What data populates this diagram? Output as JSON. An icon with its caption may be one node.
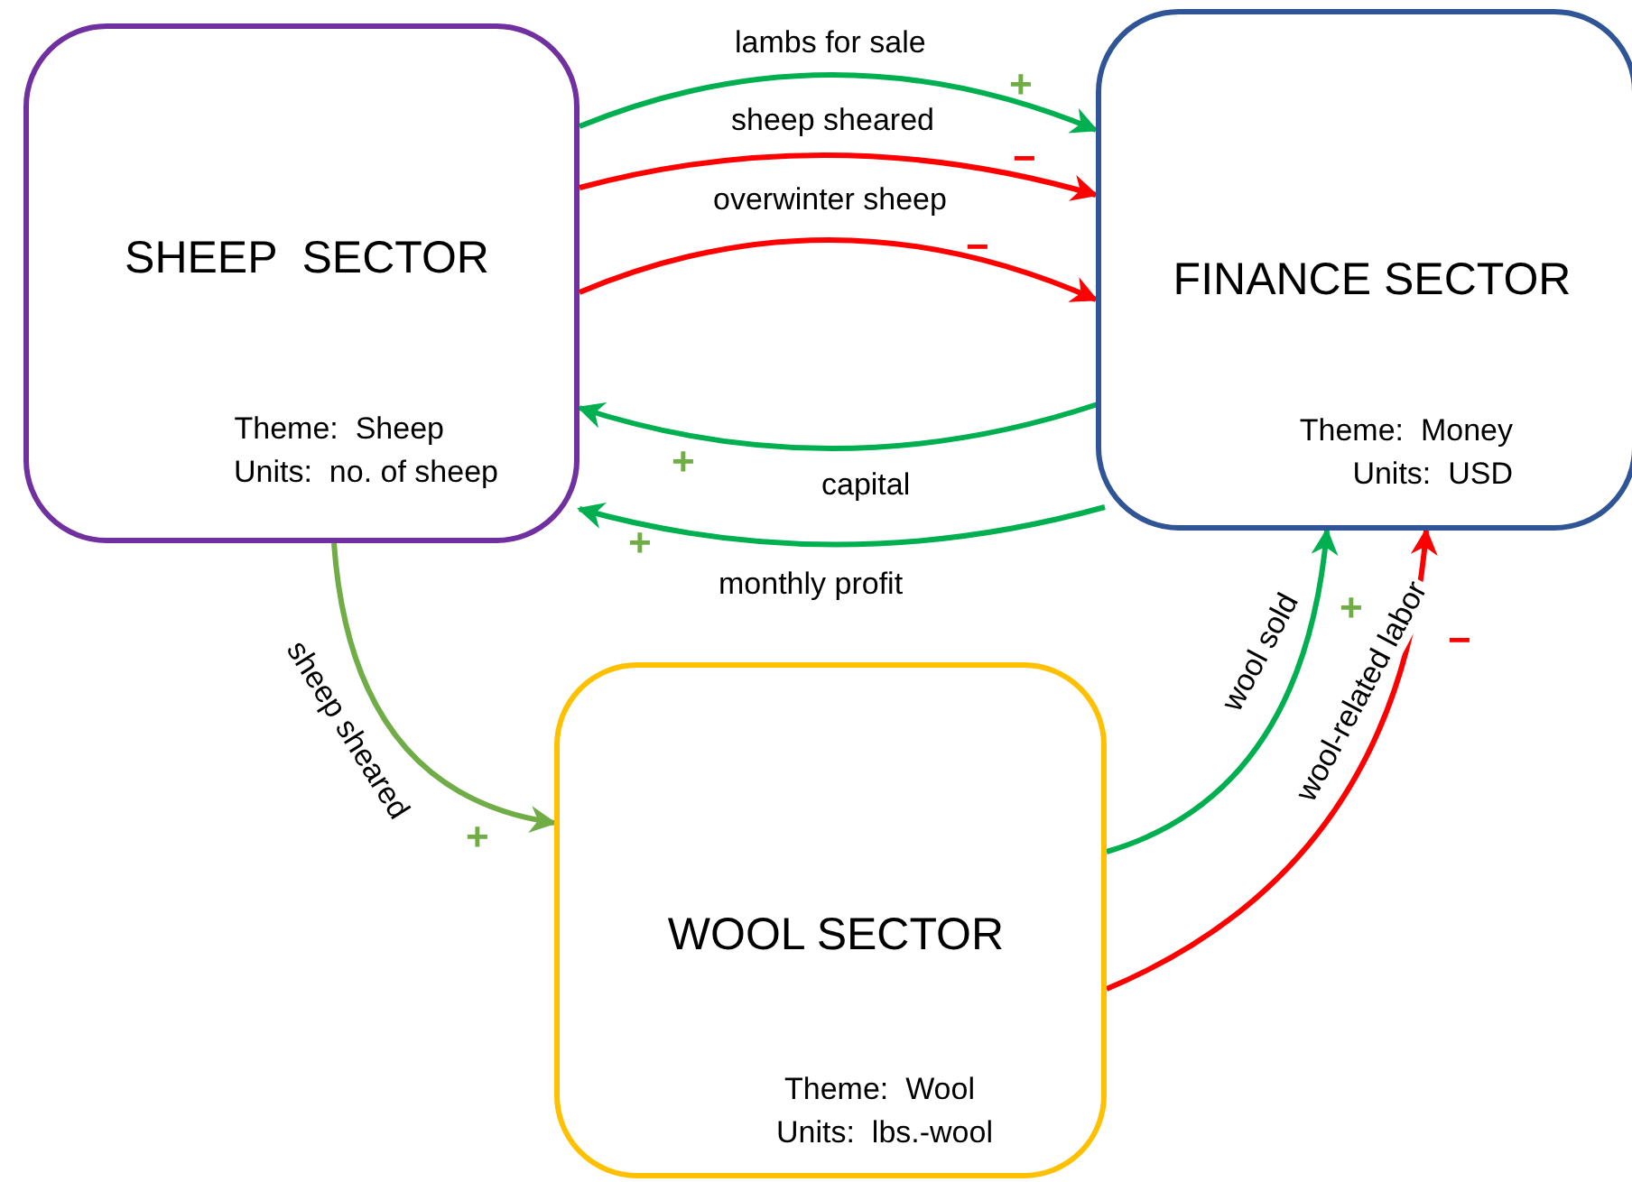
{
  "diagram": {
    "nodes": [
      {
        "text": [
          "SHEEP  SECTOR",
          "Theme:  Sheep",
          "Units:  no. of sheep"
        ]
      },
      {
        "text": [
          "FINANCE SECTOR",
          "Theme:  Money",
          "Units:  USD"
        ]
      },
      {
        "text": [
          "WOOL SECTOR",
          "Theme:  Wool",
          "Units:  lbs.-wool"
        ]
      }
    ],
    "edges": [
      {
        "from": 0,
        "to": 1,
        "arrow": "to",
        "label": "lambs for sale"
      },
      {
        "from": 0,
        "to": 1,
        "arrow": "to",
        "label": "sheep sheared",
        "color": "#ff0000"
      },
      {
        "from": 0,
        "to": 1,
        "arrow": "to",
        "label": "overwinter sheep",
        "color": "#ff0000"
      },
      {
        "from": 1,
        "to": 0,
        "arrow": "to",
        "label": "capital"
      },
      {
        "from": 1,
        "to": 0,
        "arrow": "to",
        "label": "monthly profit"
      },
      {
        "from": 0,
        "to": 2,
        "arrow": "to",
        "label": "sheep sheared",
        "color": "#70ad47"
      },
      {
        "from": 2,
        "to": 1,
        "arrow": "to",
        "label": "wool sold"
      },
      {
        "from": 2,
        "to": 1,
        "arrow": "to",
        "label": "wool-related labor",
        "color": "#ff0000"
      }
    ],
    "labels": [
      "+",
      "−",
      "−",
      "+",
      "+",
      "+",
      "+",
      "−"
    ]
  }
}
